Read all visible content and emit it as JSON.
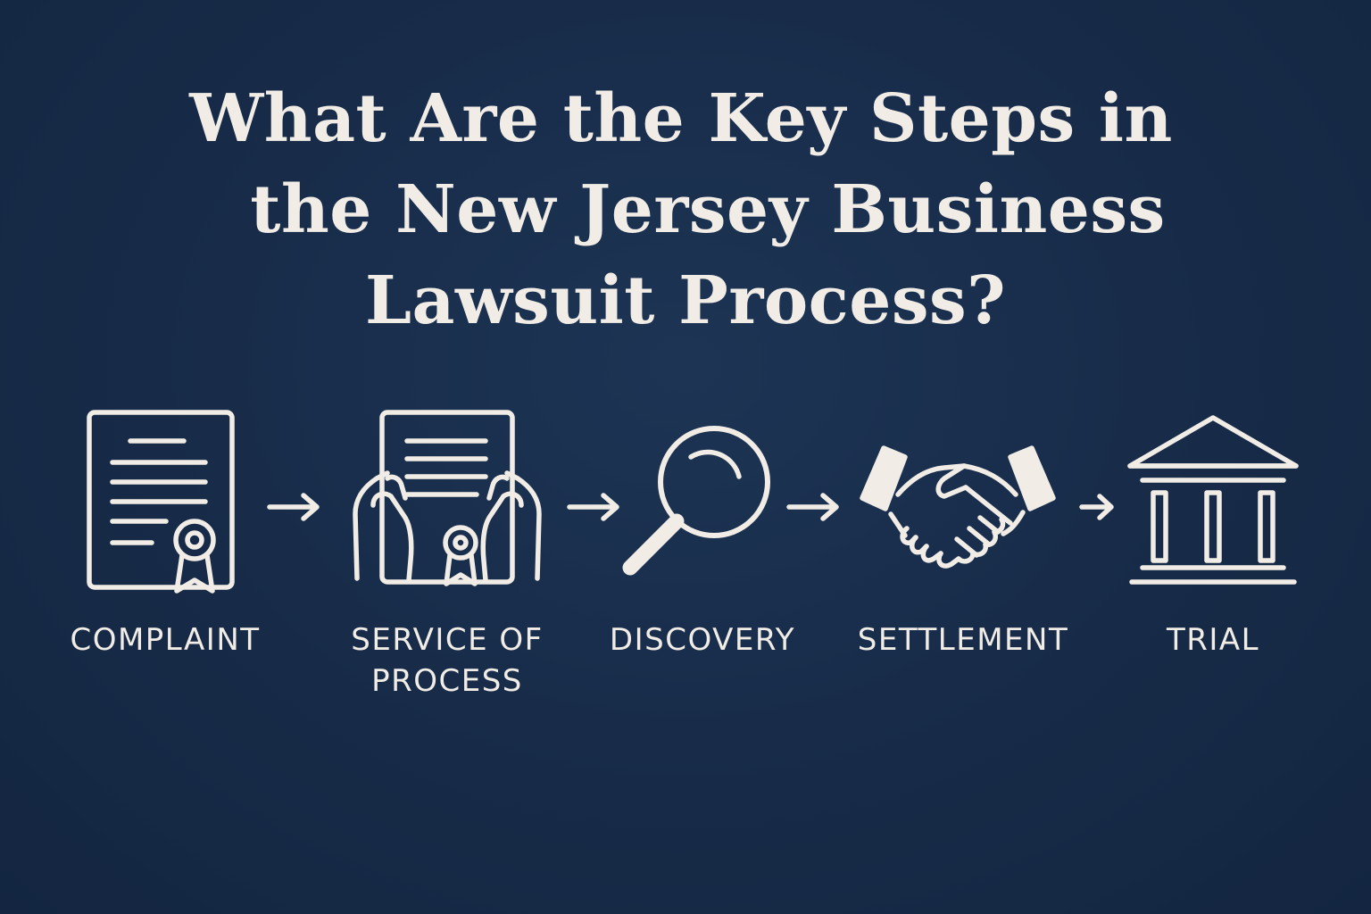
{
  "title": {
    "line1": "What Are the Key Steps in",
    "line2": "the New Jersey Business",
    "line3": "Lawsuit Process?"
  },
  "colors": {
    "background": "#172b48",
    "foreground": "#f1ede6"
  },
  "steps": [
    {
      "icon": "document-certificate-icon",
      "label_lines": [
        "COMPLAINT"
      ]
    },
    {
      "icon": "hands-holding-document-icon",
      "label_lines": [
        "SERVICE OF",
        "PROCESS"
      ]
    },
    {
      "icon": "magnifying-glass-icon",
      "label_lines": [
        "DISCOVERY"
      ]
    },
    {
      "icon": "handshake-icon",
      "label_lines": [
        "SETTLEMENT"
      ]
    },
    {
      "icon": "courthouse-icon",
      "label_lines": [
        "TRIAL"
      ]
    }
  ],
  "connectors": [
    {
      "icon": "arrow-right-icon"
    },
    {
      "icon": "arrow-right-icon"
    },
    {
      "icon": "arrow-right-icon"
    },
    {
      "icon": "arrow-right-icon"
    }
  ]
}
